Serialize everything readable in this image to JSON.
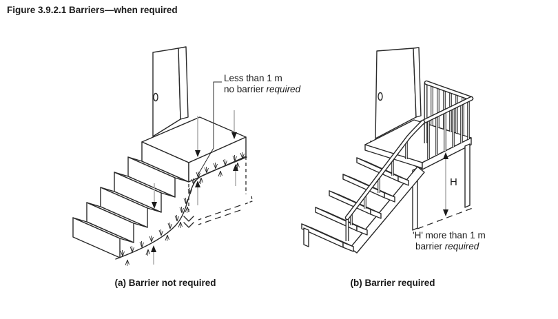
{
  "figure_title": "Figure 3.9.2.1 Barriers—when required",
  "panel_a": {
    "caption": "(a) Barrier not required",
    "annotation_line1": "Less than 1 m",
    "annotation_line2_normal": "no barrier",
    "annotation_line2_italic": "required"
  },
  "panel_b": {
    "caption": "(b) Barrier required",
    "annotation_line1": "'H' more than 1 m",
    "annotation_line2_normal": "barrier",
    "annotation_line2_italic": "required",
    "dimension_label": "H"
  },
  "colors": {
    "line": "#2a2a2a",
    "arrow_stem": "#b0b0b0",
    "background": "#ffffff"
  }
}
